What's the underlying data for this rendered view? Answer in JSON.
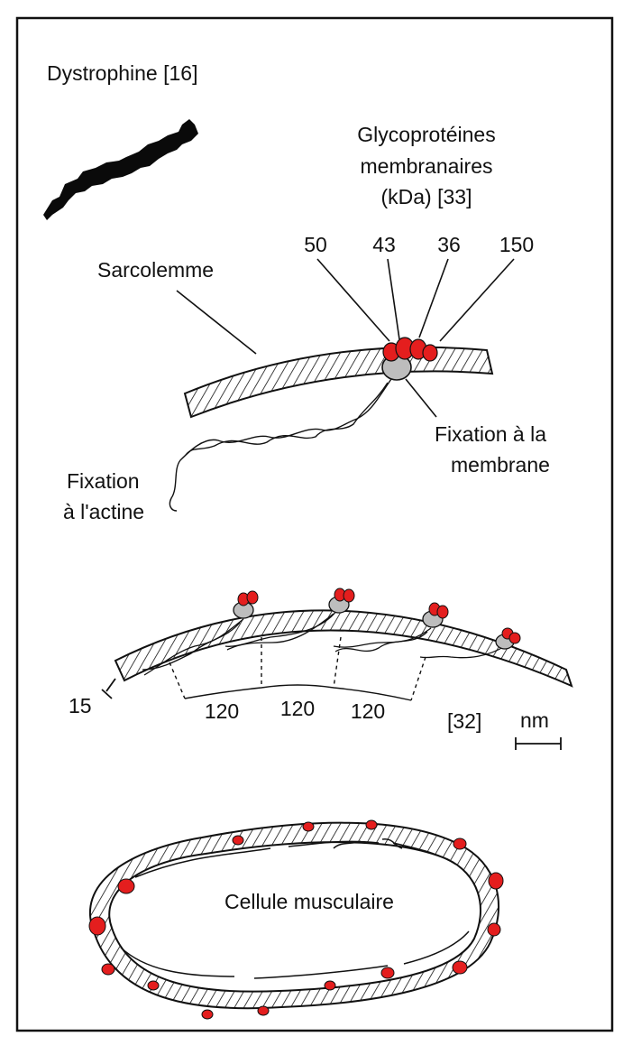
{
  "labels": {
    "dystrophin_title": "Dystrophine [16]",
    "glyco_line1": "Glycoprotéines",
    "glyco_line2": "membranaires",
    "glyco_line3": "(kDa) [33]",
    "kda_50": "50",
    "kda_43": "43",
    "kda_36": "36",
    "kda_150": "150",
    "sarcolemma": "Sarcolemme",
    "membrane_fix_line1": "Fixation à la",
    "membrane_fix_line2": "membrane",
    "actin_fix_line1": "Fixation",
    "actin_fix_line2": "à l'actine",
    "thickness": "15",
    "spacing_1": "120",
    "spacing_2": "120",
    "spacing_3": "120",
    "reference": "[32]",
    "unit": "nm",
    "cell": "Cellule musculaire"
  },
  "colors": {
    "glycoprotein": "#e41e1e",
    "anchor": "#bdbdbd",
    "ink": "#111111"
  }
}
